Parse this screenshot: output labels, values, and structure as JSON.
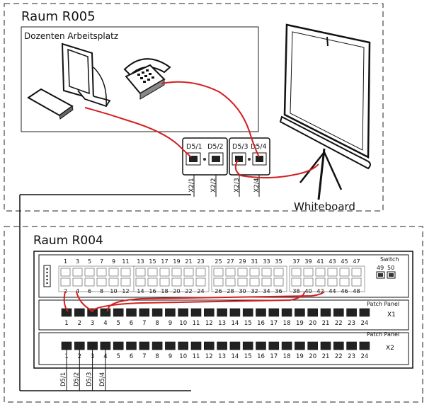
{
  "room_upper": {
    "title": "Raum R005",
    "workstation_label": "Dozenten Arbeitsplatz",
    "whiteboard_label": "Whiteboard",
    "wall_outlets": [
      {
        "ports": [
          "D5/1",
          "D5/2"
        ],
        "links": [
          "X2/1",
          "X2/2"
        ]
      },
      {
        "ports": [
          "D5/3",
          "D5/4"
        ],
        "links": [
          "X2/3",
          "X2/4"
        ]
      }
    ]
  },
  "room_lower": {
    "title": "Raum R004",
    "switch": {
      "label": "Switch",
      "top_numbers": [
        "1",
        "3",
        "5",
        "7",
        "9",
        "11",
        "13",
        "15",
        "17",
        "19",
        "21",
        "23",
        "25",
        "27",
        "29",
        "31",
        "33",
        "35",
        "37",
        "39",
        "41",
        "43",
        "45",
        "47"
      ],
      "bottom_numbers": [
        "2",
        "4",
        "6",
        "8",
        "10",
        "12",
        "14",
        "16",
        "18",
        "20",
        "22",
        "24",
        "26",
        "28",
        "30",
        "32",
        "34",
        "36",
        "38",
        "40",
        "42",
        "44",
        "46",
        "48"
      ],
      "uplink_numbers": [
        "49",
        "50"
      ]
    },
    "patch_panel_x1": {
      "label": "Patch Panel",
      "id": "X1",
      "port_numbers": [
        "1",
        "2",
        "3",
        "4",
        "5",
        "6",
        "7",
        "8",
        "9",
        "10",
        "11",
        "12",
        "13",
        "14",
        "15",
        "16",
        "17",
        "18",
        "19",
        "20",
        "21",
        "22",
        "23",
        "24"
      ]
    },
    "patch_panel_x2": {
      "label": "Patch Panel",
      "id": "X2",
      "port_numbers": [
        "1",
        "2",
        "3",
        "4",
        "5",
        "6",
        "7",
        "8",
        "9",
        "10",
        "11",
        "12",
        "13",
        "14",
        "15",
        "16",
        "17",
        "18",
        "19",
        "20",
        "21",
        "22",
        "23",
        "24"
      ],
      "cable_labels": [
        "D5/1",
        "D5/2",
        "D5/3",
        "D5/4"
      ]
    }
  },
  "colors": {
    "cable": "#d42020",
    "line": "#222222",
    "device_fill": "#ffffff",
    "port_fill": "#222222"
  }
}
